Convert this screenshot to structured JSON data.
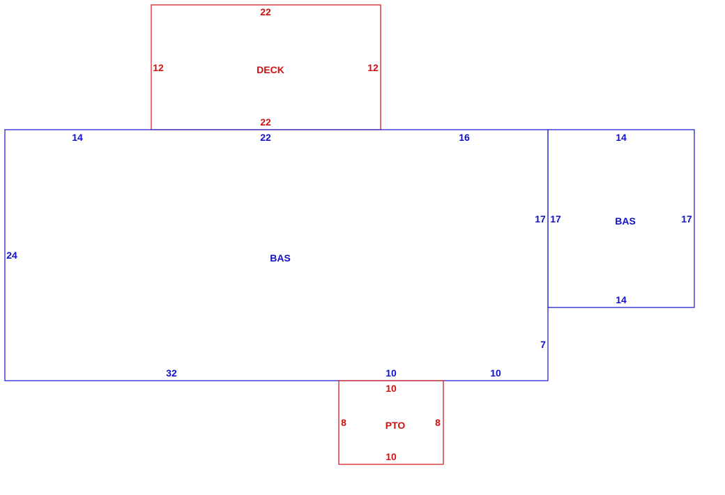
{
  "colors": {
    "main": "#1010c8",
    "addon": "#d01010"
  },
  "areas": {
    "deck": {
      "name": "DECK",
      "top": "22",
      "bottom": "22",
      "left": "12",
      "right": "12"
    },
    "bas_main": {
      "name": "BAS",
      "top_left": "14",
      "top_mid": "22",
      "top_right": "16",
      "left": "24",
      "right_upper": "17",
      "right_lower": "7",
      "bottom_left": "32",
      "bottom_mid": "10",
      "bottom_right": "10"
    },
    "bas_side": {
      "name": "BAS",
      "top": "14",
      "bottom": "14",
      "left": "17",
      "right": "17"
    },
    "pto": {
      "name": "PTO",
      "top": "10",
      "bottom": "10",
      "left": "8",
      "right": "8"
    }
  }
}
